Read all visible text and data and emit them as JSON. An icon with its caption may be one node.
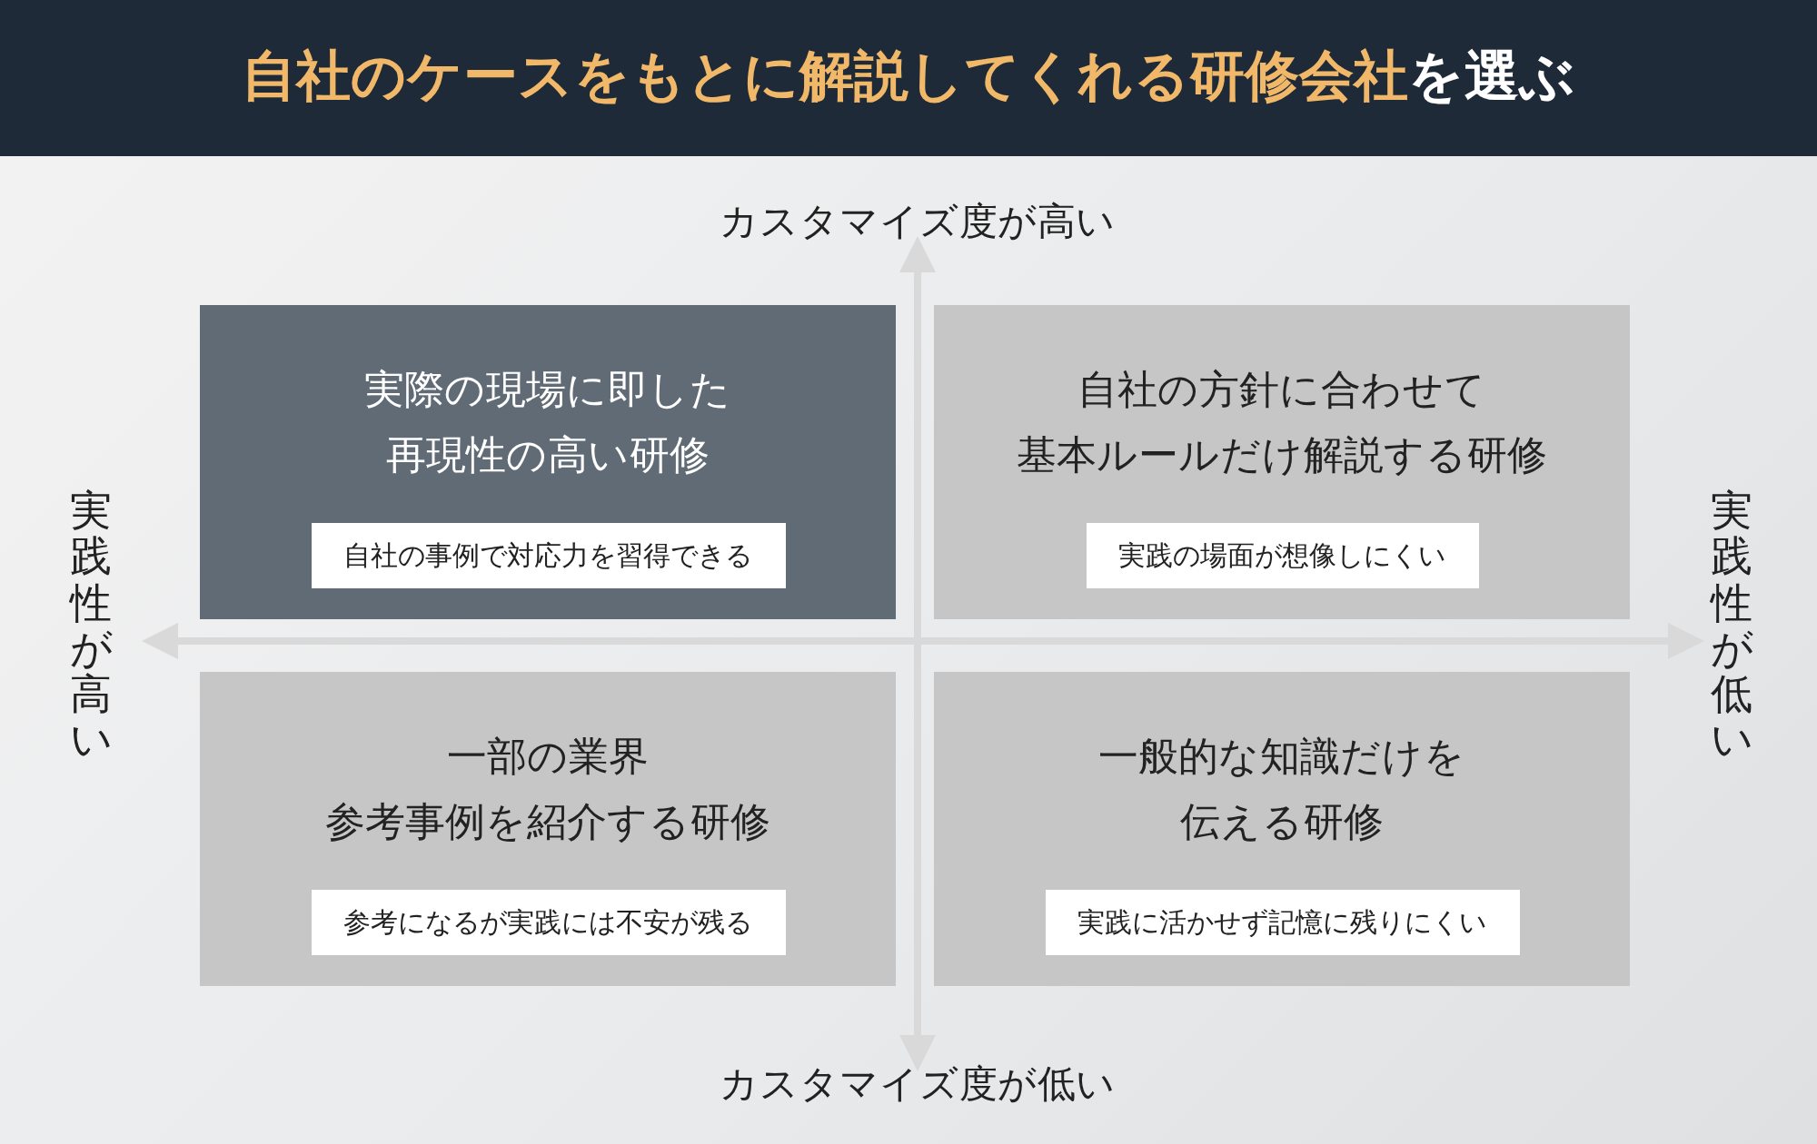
{
  "diagram": {
    "title": "**自社のケースをもとに解説してくれる研修会社**を選ぶ",
    "nodes": [
      {
        "text": [
          "実際の現場に即した再現性の高い研修",
          "自社の事例で対応力を習得できる"
        ]
      },
      {
        "text": [
          "自社の方針に合わせて基本ルールだけ解説する研修",
          "実践の場面が想像しにくい"
        ]
      },
      {
        "text": [
          "一部の業界参考事例を紹介する研修",
          "参考になるが実践には不安が残る"
        ]
      },
      {
        "text": [
          "一般的な知識だけを伝える研修",
          "実践に活かせず記憶に残りにくい"
        ]
      }
    ],
    "labels": [
      "カスタマイズ度が高い",
      "実践性が高い",
      "実践性が低い",
      "カスタマイズ度が低い"
    ]
  }
}
